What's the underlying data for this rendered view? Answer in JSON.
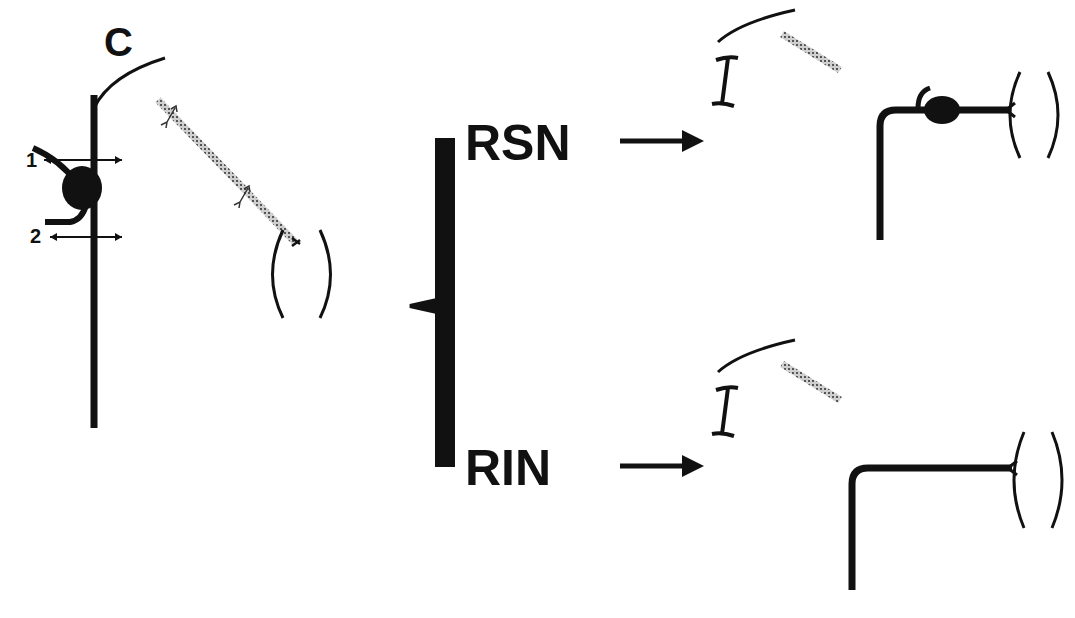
{
  "diagram": {
    "labels": [
      "C",
      "1",
      "2",
      "RSN",
      "RIN"
    ]
  }
}
